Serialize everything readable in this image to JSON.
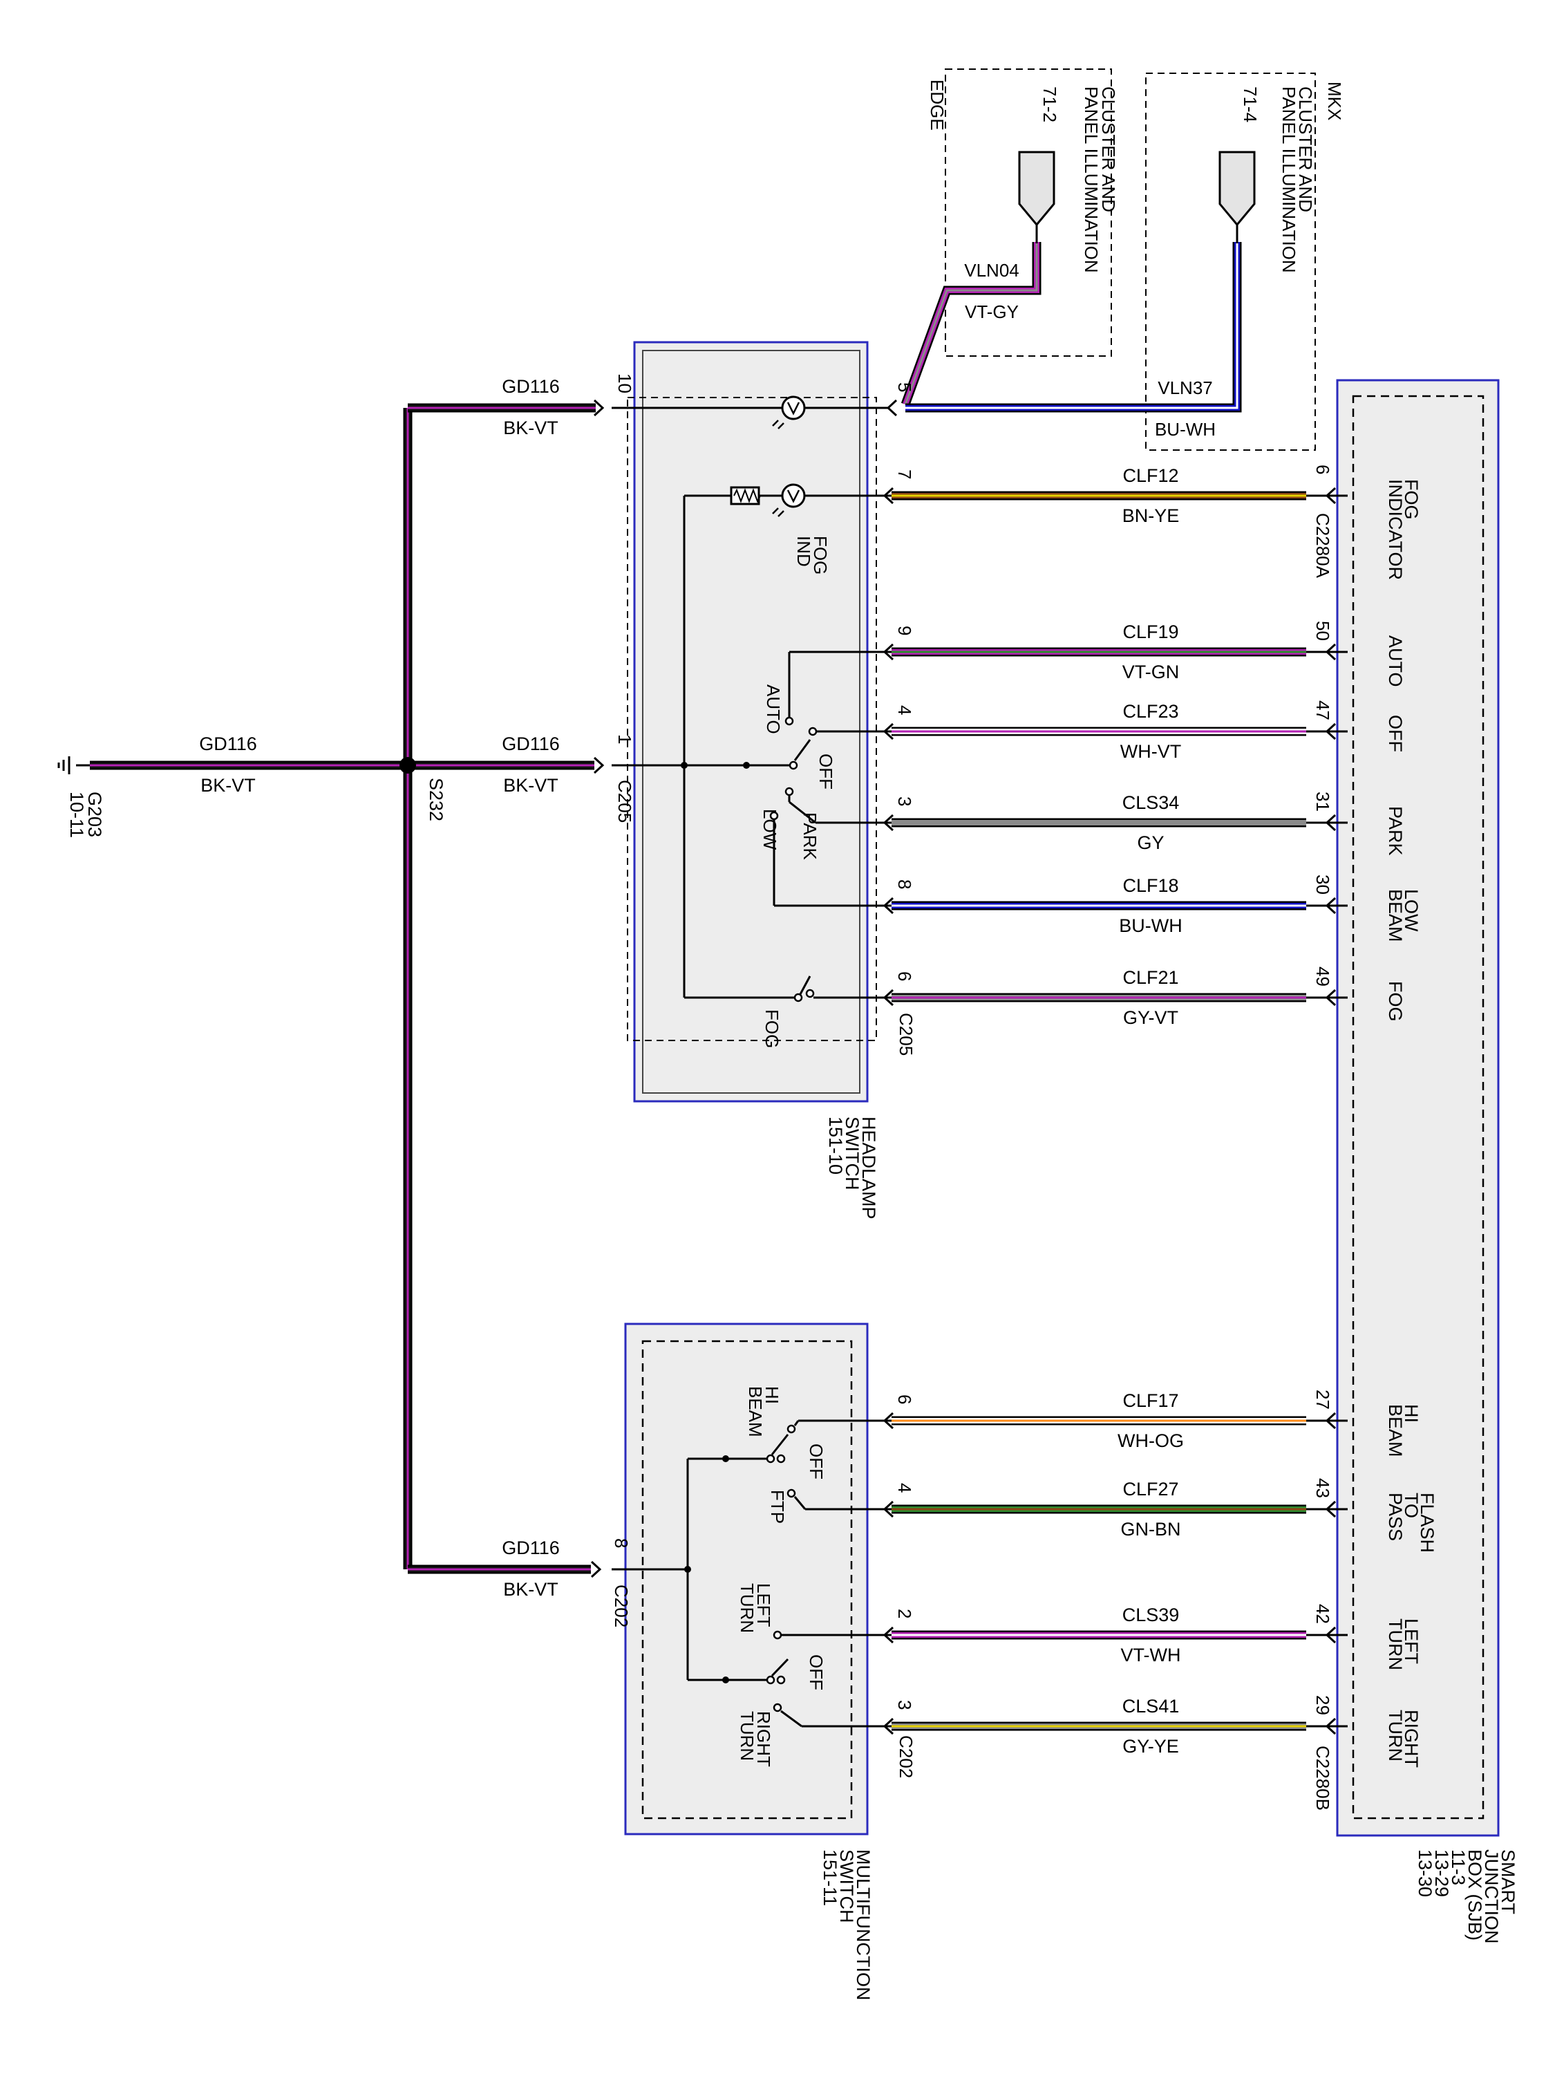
{
  "colors": {
    "box_fill": "#ededed",
    "box_border": "#2b2bbd",
    "VT": "#b321b3",
    "BK": "#111111",
    "GY": "#8a8a8a",
    "BU": "#1212c4",
    "WH": "#ffffff",
    "BN": "#8b4513",
    "YE": "#e6d200",
    "GN": "#2e8b2e",
    "OG": "#ff8c1a"
  },
  "ground": {
    "id": "G203",
    "page": "10-11"
  },
  "splice": {
    "id": "S232"
  },
  "gd116_wires": [
    {
      "id": "gw-ground",
      "circuit": "GD116",
      "color_code": "BK-VT"
    },
    {
      "id": "gw-headlamp-c205",
      "circuit": "GD116",
      "color_code": "BK-VT",
      "pin": "1",
      "connector": "C205"
    },
    {
      "id": "gw-headlamp-10",
      "circuit": "GD116",
      "color_code": "BK-VT",
      "pin": "10"
    },
    {
      "id": "gw-multi-c202",
      "circuit": "GD116",
      "color_code": "BK-VT",
      "pin": "8",
      "connector": "C202"
    }
  ],
  "headlamp_switch": {
    "title": [
      "HEADLAMP",
      "SWITCH",
      "151-10"
    ],
    "connector": "C205",
    "position_labels": [
      "AUTO",
      "OFF",
      "PARK",
      "LOW",
      "FOG"
    ],
    "fog_ind_label": [
      "FOG",
      "IND"
    ]
  },
  "multifunction_switch": {
    "title": [
      "MULTIFUNCTION",
      "SWITCH",
      "151-11"
    ],
    "connector": "C202",
    "position_labels": [
      "HI",
      "BEAM",
      "OFF",
      "FTP",
      "LEFT",
      "TURN",
      "OFF",
      "RIGHT",
      "TURN"
    ]
  },
  "sjb": {
    "title": [
      "SMART",
      "JUNCTION",
      "BOX (SJB)",
      "11-3",
      "13-29",
      "13-30"
    ],
    "connector_top": "C2280A",
    "connector_bottom": "C2280B"
  },
  "clusters": [
    {
      "variant": "EDGE",
      "label": [
        "CLUSTER AND",
        "PANEL ILLUMINATION"
      ],
      "page": "71-2",
      "circuit": "VLN04",
      "color_code": "VT-GY"
    },
    {
      "variant": "MKX",
      "label": [
        "CLUSTER AND",
        "PANEL ILLUMINATION"
      ],
      "page": "71-4",
      "circuit": "VLN37",
      "color_code": "BU-WH"
    }
  ],
  "illum_pin": "5",
  "circuits": [
    {
      "id": "fog-indicator",
      "circuit": "CLF12",
      "color_code": "BN-YE",
      "switch_pin": "7",
      "sjb_pin": "6",
      "sjb_label": [
        "FOG",
        "INDICATOR"
      ]
    },
    {
      "id": "auto",
      "circuit": "CLF19",
      "color_code": "VT-GN",
      "switch_pin": "9",
      "sjb_pin": "50",
      "sjb_label": [
        "AUTO"
      ]
    },
    {
      "id": "off",
      "circuit": "CLF23",
      "color_code": "WH-VT",
      "switch_pin": "4",
      "sjb_pin": "47",
      "sjb_label": [
        "OFF"
      ]
    },
    {
      "id": "park",
      "circuit": "CLS34",
      "color_code": "GY",
      "switch_pin": "3",
      "sjb_pin": "31",
      "sjb_label": [
        "PARK"
      ]
    },
    {
      "id": "low-beam",
      "circuit": "CLF18",
      "color_code": "BU-WH",
      "switch_pin": "8",
      "sjb_pin": "30",
      "sjb_label": [
        "LOW",
        "BEAM"
      ]
    },
    {
      "id": "fog",
      "circuit": "CLF21",
      "color_code": "GY-VT",
      "switch_pin": "6",
      "sjb_pin": "49",
      "sjb_label": [
        "FOG"
      ]
    },
    {
      "id": "hi-beam",
      "circuit": "CLF17",
      "color_code": "WH-OG",
      "switch_pin": "6",
      "sjb_pin": "27",
      "sjb_label": [
        "HI",
        "BEAM"
      ]
    },
    {
      "id": "flash-to-pass",
      "circuit": "CLF27",
      "color_code": "GN-BN",
      "switch_pin": "4",
      "sjb_pin": "43",
      "sjb_label": [
        "FLASH",
        "TO",
        "PASS"
      ]
    },
    {
      "id": "left-turn",
      "circuit": "CLS39",
      "color_code": "VT-WH",
      "switch_pin": "2",
      "sjb_pin": "42",
      "sjb_label": [
        "LEFT",
        "TURN"
      ]
    },
    {
      "id": "right-turn",
      "circuit": "CLS41",
      "color_code": "GY-YE",
      "switch_pin": "3",
      "sjb_pin": "29",
      "sjb_label": [
        "RIGHT",
        "TURN"
      ]
    }
  ]
}
